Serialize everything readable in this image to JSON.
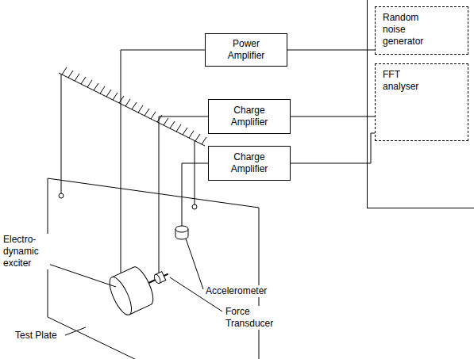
{
  "diagram": {
    "nodes": [
      {
        "text": [
          "Random noise generator"
        ]
      },
      {
        "text": [
          "Power Amplifier"
        ]
      },
      {
        "text": [
          "FFT analyser"
        ]
      },
      {
        "text": [
          "Charge Amplifier"
        ]
      },
      {
        "text": [
          "Charge Amplifier"
        ]
      }
    ],
    "edges": [
      {
        "from": 1,
        "to": 0,
        "arrow": "none"
      },
      {
        "from": 3,
        "to": 2,
        "arrow": "none"
      },
      {
        "from": 4,
        "to": 2,
        "arrow": "none"
      }
    ],
    "labels": [
      "Electro- dynamic exciter",
      "Accelerometer",
      "Force Transducer",
      "Test Plate"
    ]
  }
}
